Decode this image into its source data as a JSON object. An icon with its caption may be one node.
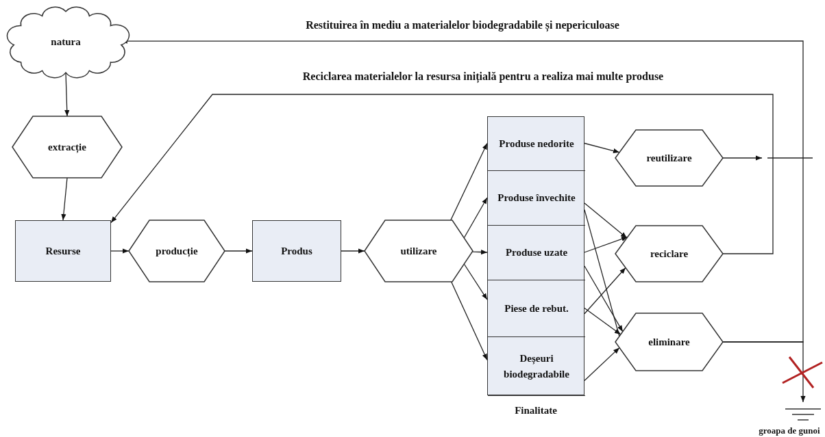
{
  "diagram": {
    "nodes": [
      {
        "text": [
          "natura"
        ]
      },
      {
        "text": [
          "extracție"
        ]
      },
      {
        "text": [
          "Resurse"
        ]
      },
      {
        "text": [
          "producție"
        ]
      },
      {
        "text": [
          "Produs"
        ]
      },
      {
        "text": [
          "utilizare"
        ]
      },
      {
        "text": [
          "Finalitate"
        ]
      },
      {
        "text": [
          "Produse nedorite"
        ],
        "in": 6
      },
      {
        "text": [
          "Produse învechite"
        ],
        "in": 6
      },
      {
        "text": [
          "Produse uzate"
        ],
        "in": 6
      },
      {
        "text": [
          "Piese de rebut."
        ],
        "in": 6
      },
      {
        "text": [
          "Deșeuri biodegradabile"
        ],
        "in": 6
      },
      {
        "text": [
          "reutilizare"
        ]
      },
      {
        "text": [
          "reciclare"
        ]
      },
      {
        "text": [
          "eliminare"
        ]
      },
      {
        "text": [
          "groapa de gunoi"
        ]
      }
    ],
    "edges": [
      {
        "from": 0,
        "to": 1,
        "arrow": "to"
      },
      {
        "from": 1,
        "to": 2,
        "arrow": "to"
      },
      {
        "from": 2,
        "to": 3,
        "arrow": "to"
      },
      {
        "from": 3,
        "to": 4,
        "arrow": "to"
      },
      {
        "from": 4,
        "to": 5,
        "arrow": "to"
      },
      {
        "from": 5,
        "to": 7,
        "arrow": "to"
      },
      {
        "from": 5,
        "to": 8,
        "arrow": "to"
      },
      {
        "from": 5,
        "to": 9,
        "arrow": "to"
      },
      {
        "from": 5,
        "to": 10,
        "arrow": "to"
      },
      {
        "from": 5,
        "to": 11,
        "arrow": "to"
      },
      {
        "from": 7,
        "to": 12,
        "arrow": "to"
      },
      {
        "from": 8,
        "to": 13,
        "arrow": "to"
      },
      {
        "from": 8,
        "to": 14,
        "arrow": "to"
      },
      {
        "from": 9,
        "to": 13,
        "arrow": "to"
      },
      {
        "from": 9,
        "to": 14,
        "arrow": "to"
      },
      {
        "from": 10,
        "to": 13,
        "arrow": "to"
      },
      {
        "from": 10,
        "to": 14,
        "arrow": "to"
      },
      {
        "from": 11,
        "to": 14,
        "arrow": "to"
      },
      {
        "from": 12,
        "to": null,
        "arrow": "to"
      },
      {
        "from": 13,
        "to": 2,
        "arrow": "to",
        "label": "Reciclarea materialelor la resursa inițială pentru a realiza mai multe produse"
      },
      {
        "from": 14,
        "to": 0,
        "arrow": "to",
        "label": "Restituirea în mediu a materialelor biodegradabile și nepericuloase"
      },
      {
        "from": 14,
        "to": 15,
        "arrow": "to"
      }
    ]
  }
}
